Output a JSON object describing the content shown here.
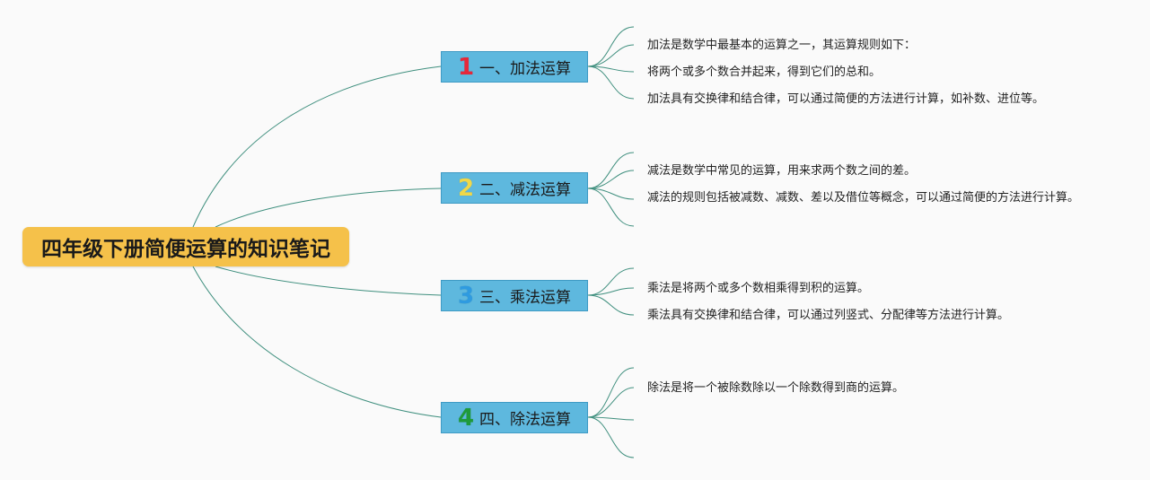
{
  "root": {
    "title": "四年级下册简便运算的知识笔记"
  },
  "colors": {
    "root_bg": "#f5c14a",
    "branch_bg": "#5eb8de",
    "line": "#3f8f7e",
    "num1": "#e5283a",
    "num2": "#f0d84a",
    "num3": "#2f9be0",
    "num4": "#1f9a3a"
  },
  "branches": [
    {
      "number": "1",
      "label": "一、加法运算",
      "notes": [
        "加法是数学中最基本的运算之一，其运算规则如下：",
        "将两个或多个数合并起来，得到它们的总和。",
        "加法具有交换律和结合律，可以通过简便的方法进行计算，如补数、进位等。"
      ]
    },
    {
      "number": "2",
      "label": "二、减法运算",
      "notes": [
        "减法是数学中常见的运算，用来求两个数之间的差。",
        "减法的规则包括被减数、减数、差以及借位等概念，可以通过简便的方法进行计算。"
      ]
    },
    {
      "number": "3",
      "label": "三、乘法运算",
      "notes": [
        "乘法是将两个或多个数相乘得到积的运算。",
        "乘法具有交换律和结合律，可以通过列竖式、分配律等方法进行计算。"
      ]
    },
    {
      "number": "4",
      "label": "四、除法运算",
      "notes": [
        "除法是将一个被除数除以一个除数得到商的运算。"
      ]
    }
  ]
}
